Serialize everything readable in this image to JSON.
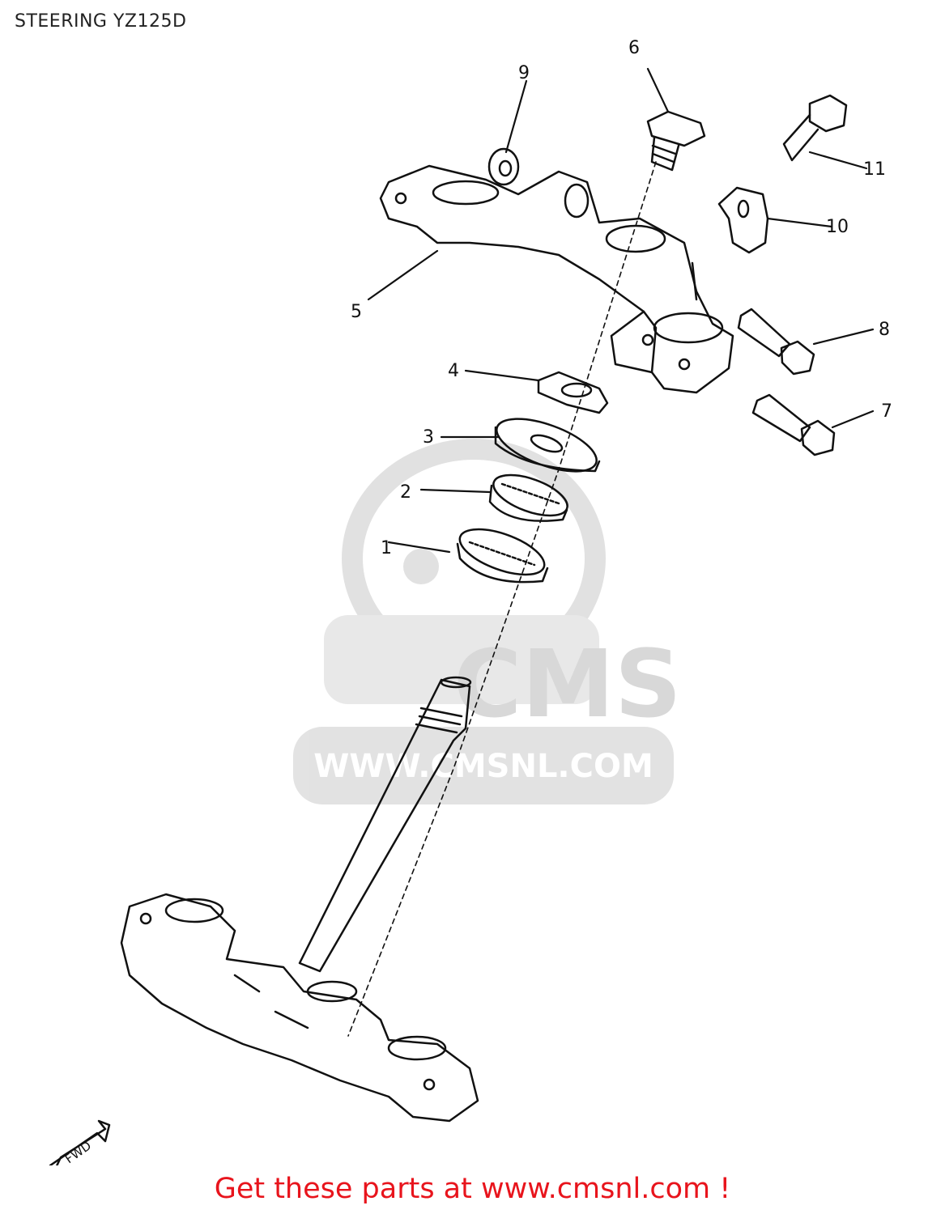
{
  "header": {
    "title": "STEERING YZ125D"
  },
  "callouts": [
    {
      "num": "1",
      "label": "1"
    },
    {
      "num": "2",
      "label": "2"
    },
    {
      "num": "3",
      "label": "3"
    },
    {
      "num": "4",
      "label": "4"
    },
    {
      "num": "5",
      "label": "5"
    },
    {
      "num": "6",
      "label": "6"
    },
    {
      "num": "7",
      "label": "7"
    },
    {
      "num": "8",
      "label": "8"
    },
    {
      "num": "9",
      "label": "9"
    },
    {
      "num": "10",
      "label": "10"
    },
    {
      "num": "11",
      "label": "11"
    }
  ],
  "watermark": {
    "brand": "CMS",
    "url": "WWW.CMSNL.COM"
  },
  "direction_badge": "FWD",
  "footer": {
    "text": "Get these parts at www.cmsnl.com !"
  },
  "colors": {
    "footer": "#e8141c",
    "line": "#111111",
    "watermark": "#d9d9d9"
  }
}
